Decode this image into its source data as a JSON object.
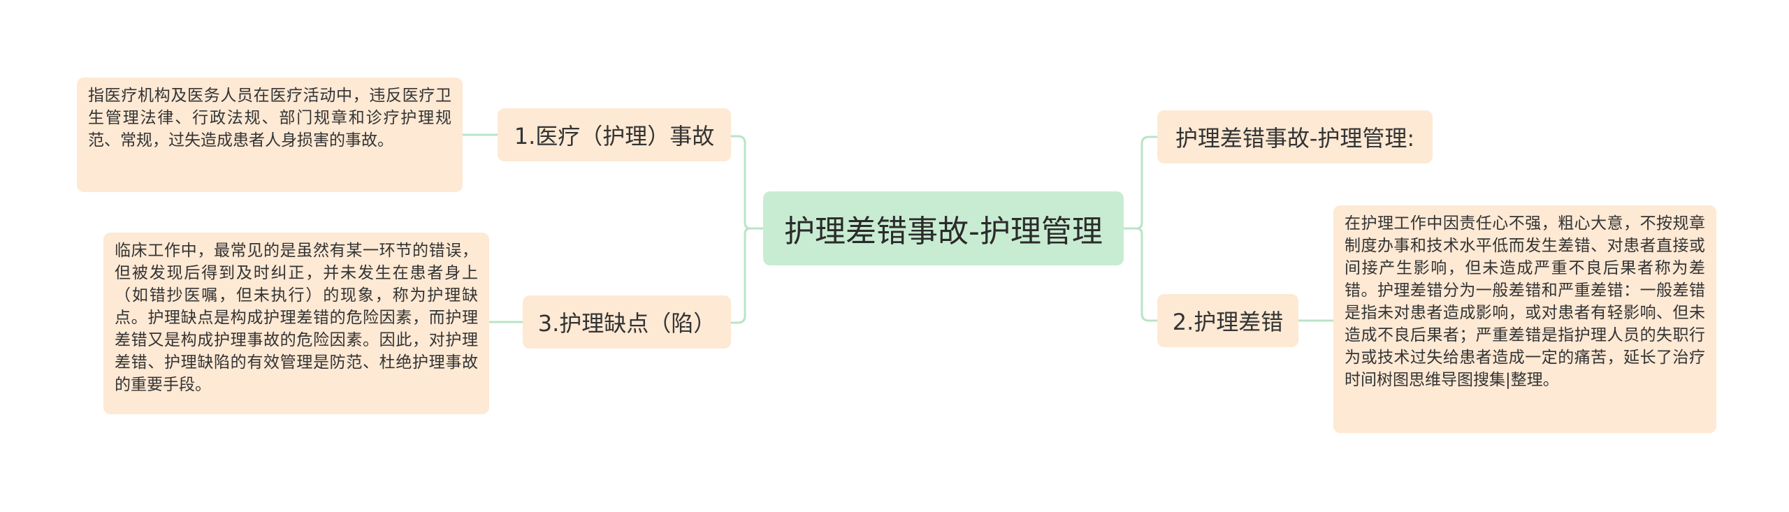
{
  "mindmap": {
    "root": {
      "label": "护理差错事故-护理管理"
    },
    "branches": [
      {
        "label": "1.医疗（护理）事故",
        "detail": "指医疗机构及医务人员在医疗活动中，违反医疗卫生管理法律、行政法规、部门规章和诊疗护理规范、常规，过失造成患者人身损害的事故。"
      },
      {
        "label": "3.护理缺点（陷）",
        "detail": "临床工作中，最常见的是虽然有某一环节的错误，但被发现后得到及时纠正，并未发生在患者身上（如错抄医嘱，但未执行）的现象，称为护理缺点。护理缺点是构成护理差错的危险因素，而护理差错又是构成护理事故的危险因素。因此，对护理差错、护理缺陷的有效管理是防范、杜绝护理事故的重要手段。"
      },
      {
        "label": "护理差错事故-护理管理:"
      },
      {
        "label": "2.护理差错",
        "detail": "在护理工作中因责任心不强，粗心大意，不按规章制度办事和技术水平低而发生差错、对患者直接或间接产生影响，但未造成严重不良后果者称为差错。护理差错分为一般差错和严重差错：一般差错是指未对患者造成影响，或对患者有轻影响、但未造成不良后果者；严重差错是指护理人员的失职行为或技术过失给患者造成一定的痛苦，延长了治疗时间树图思维导图搜集|整理。"
      }
    ]
  },
  "colors": {
    "root_bg": "#c8ecd2",
    "node_bg": "#fde9d4",
    "connector": "#b9e4c5"
  }
}
